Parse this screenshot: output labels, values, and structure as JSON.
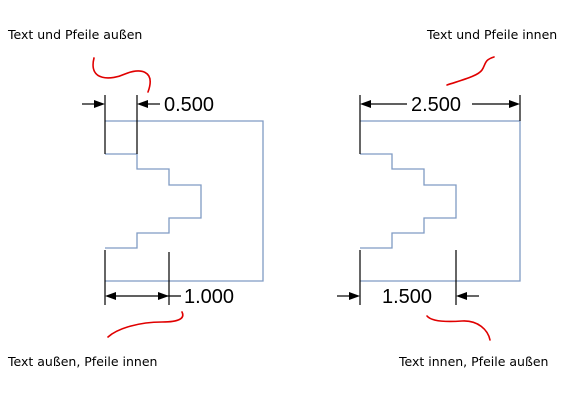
{
  "captions": {
    "top_left": "Text und Pfeile außen",
    "top_right": "Text und Pfeile innen",
    "bottom_left": "Text außen, Pfeile innen",
    "bottom_right": "Text innen, Pfeile außen"
  },
  "dimensions": {
    "top_left": "0.500",
    "top_right": "2.500",
    "bottom_left": "1.000",
    "bottom_right": "1.500"
  },
  "colors": {
    "part_outline": "#7f9bc4",
    "annotation_stroke": "#e00000",
    "dimension": "#000000"
  }
}
